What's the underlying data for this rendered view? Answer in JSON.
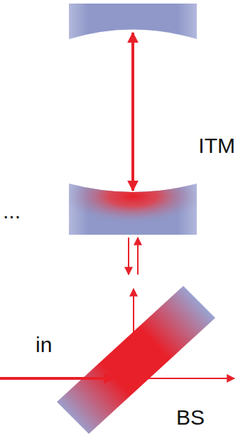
{
  "diagram": {
    "labels": [
      "ITM",
      "...",
      "in",
      "BS"
    ]
  }
}
